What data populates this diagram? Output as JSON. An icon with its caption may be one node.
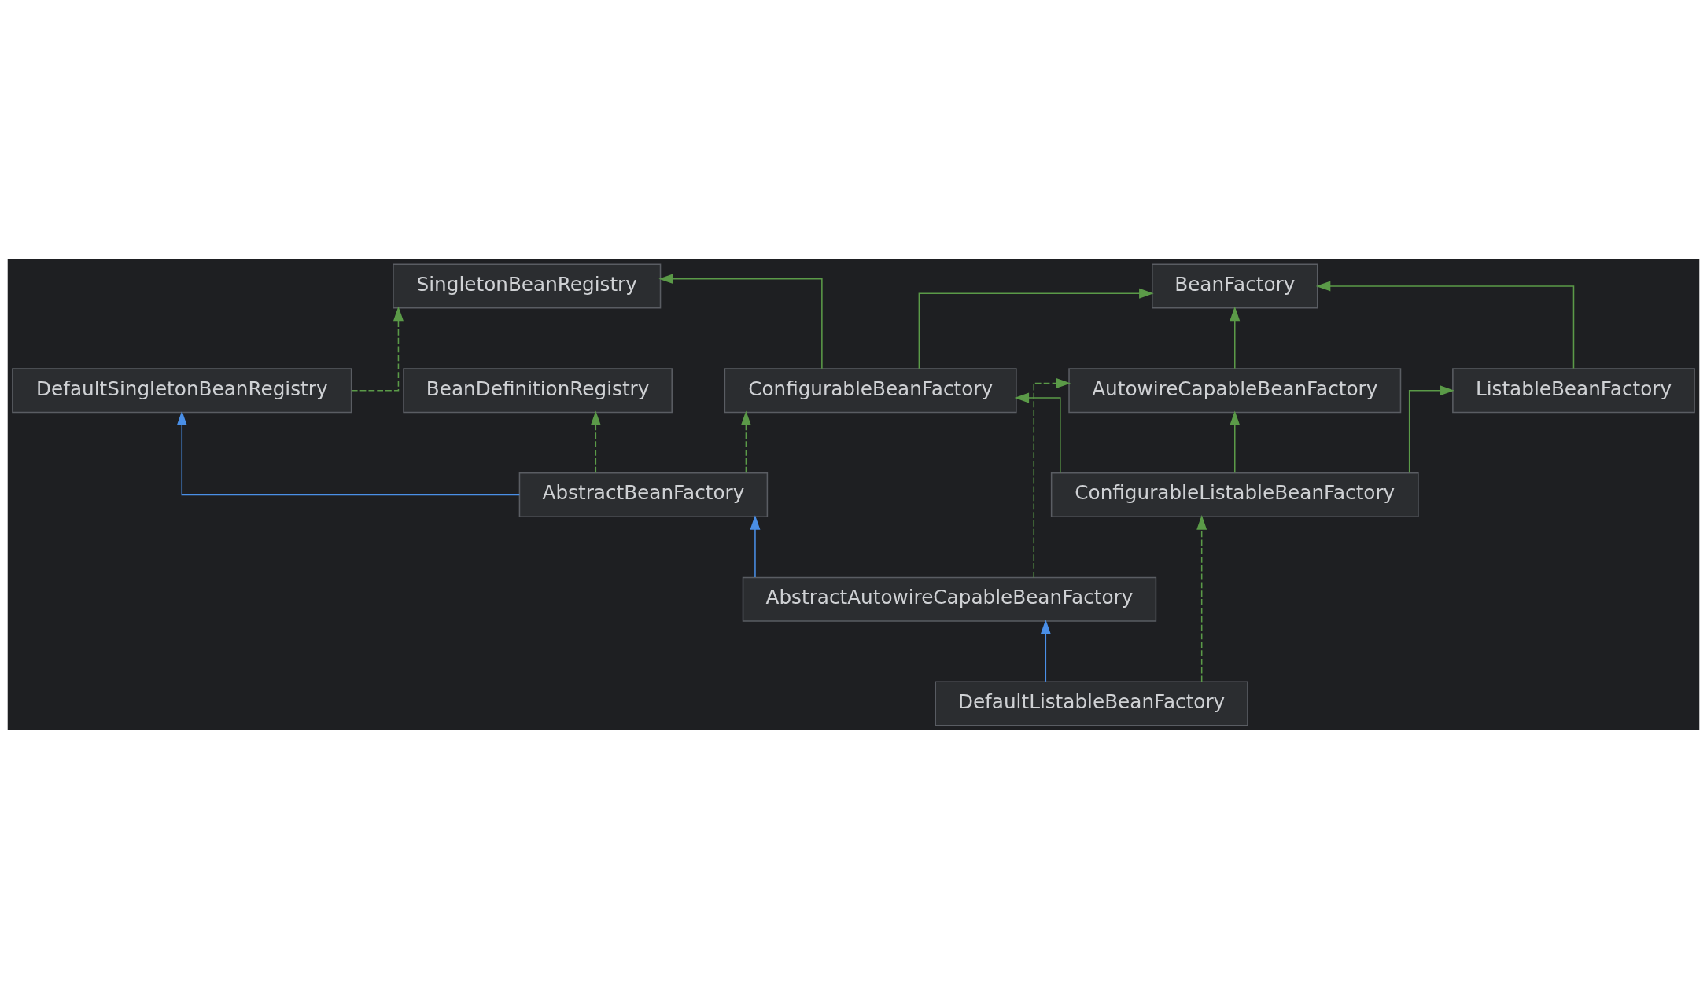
{
  "diagram": {
    "nodes": [
      {
        "text": [
          "SingletonBeanRegistry"
        ]
      },
      {
        "text": [
          "BeanFactory"
        ]
      },
      {
        "text": [
          "BeanDefinitionRegistry"
        ]
      },
      {
        "text": [
          "AutowireCapableBeanFactory"
        ]
      },
      {
        "text": [
          "DefaultSingletonBeanRegistry"
        ]
      },
      {
        "text": [
          "ConfigurableBeanFactory"
        ]
      },
      {
        "text": [
          "ListableBeanFactory"
        ]
      },
      {
        "text": [
          "AbstractBeanFactory"
        ]
      },
      {
        "text": [
          "ConfigurableListableBeanFactory"
        ]
      },
      {
        "text": [
          "AbstractAutowireCapableBeanFactory"
        ]
      },
      {
        "text": [
          "DefaultListableBeanFactory"
        ]
      }
    ],
    "edges": [
      {
        "from": 4,
        "to": 0,
        "arrow": "to",
        "style": "dashed"
      },
      {
        "from": 5,
        "to": 0,
        "arrow": "to"
      },
      {
        "from": 5,
        "to": 1,
        "arrow": "to"
      },
      {
        "from": 3,
        "to": 1,
        "arrow": "to"
      },
      {
        "from": 6,
        "to": 1,
        "arrow": "to"
      },
      {
        "from": 8,
        "to": 3,
        "arrow": "to"
      },
      {
        "from": 8,
        "to": 5,
        "arrow": "to"
      },
      {
        "from": 8,
        "to": 6,
        "arrow": "to"
      },
      {
        "from": 7,
        "to": 4,
        "arrow": "to",
        "color": "#4a8fe7"
      },
      {
        "from": 7,
        "to": 2,
        "arrow": "to",
        "style": "dashed"
      },
      {
        "from": 7,
        "to": 5,
        "arrow": "to",
        "style": "dashed"
      },
      {
        "from": 9,
        "to": 7,
        "arrow": "to",
        "color": "#4a8fe7"
      },
      {
        "from": 9,
        "to": 3,
        "arrow": "to",
        "style": "dashed"
      },
      {
        "from": 10,
        "to": 9,
        "arrow": "to",
        "color": "#4a8fe7"
      },
      {
        "from": 10,
        "to": 8,
        "arrow": "to",
        "style": "dashed"
      }
    ]
  }
}
